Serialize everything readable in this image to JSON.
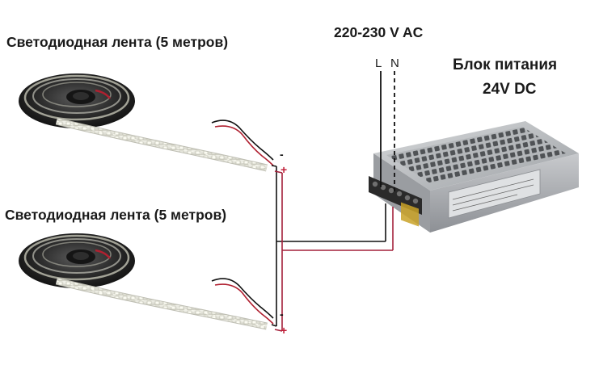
{
  "strip_label_top": "Светодиодная лента (5 метров)",
  "strip_label_bottom": "Светодиодная лента (5 метров)",
  "mains_voltage": "220-230 V AC",
  "mains_terminals": {
    "line": "L",
    "neutral": "N"
  },
  "power_supply": {
    "title_line1": "Блок питания",
    "title_line2": "24V DC"
  },
  "polarity": {
    "minus": "-",
    "plus": "+"
  },
  "colors": {
    "negative_wire": "#111111",
    "positive_wire": "#a3203a",
    "psu_body": "#bfc2c5"
  },
  "icons": [
    "led-strip-reel-icon",
    "power-supply-unit-icon"
  ]
}
